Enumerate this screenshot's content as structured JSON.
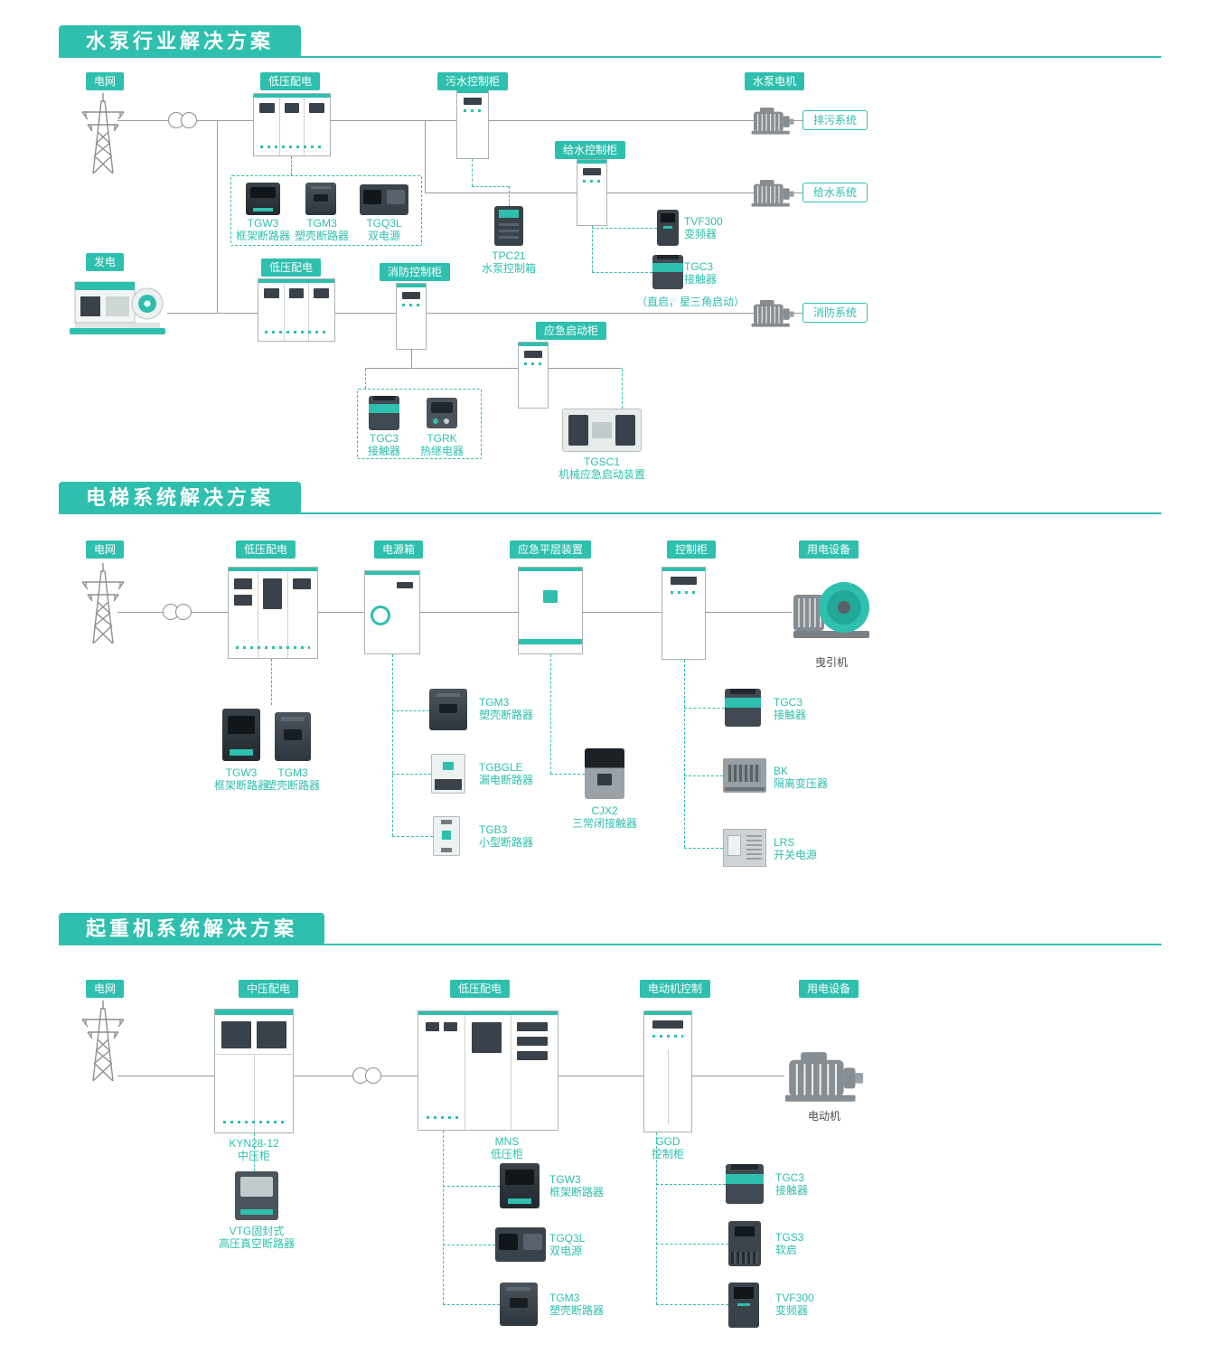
{
  "theme": {
    "teal": "#2ebfae",
    "line": "#9b9b9b"
  },
  "sections": {
    "pump": {
      "title": "水泵行业解决方案",
      "nodes": {
        "grid": "电网",
        "lv1": "低压配电",
        "sewage_cabinet": "污水控制柜",
        "pump_motor": "水泵电机",
        "drain_system": "排污系统",
        "water_cabinet": "给水控制柜",
        "water_system": "给水系统",
        "generation": "发电",
        "lv2": "低压配电",
        "fire_cabinet": "消防控制柜",
        "fire_system": "消防系统",
        "emergency_cabinet": "应急启动柜",
        "start_note": "（直启，星三角启动）"
      },
      "products": {
        "tgw3": {
          "name": "TGW3",
          "desc": "框架断路器"
        },
        "tgm3": {
          "name": "TGM3",
          "desc": "塑壳断路器"
        },
        "tgq3l": {
          "name": "TGQ3L",
          "desc": "双电源"
        },
        "tpc21": {
          "name": "TPC21",
          "desc": "水泵控制箱"
        },
        "tvf300": {
          "name": "TVF300",
          "desc": "变频器"
        },
        "tgc3_a": {
          "name": "TGC3",
          "desc": "接触器"
        },
        "tgc3_b": {
          "name": "TGC3",
          "desc": "接触器"
        },
        "tgrk": {
          "name": "TGRK",
          "desc": "热继电器"
        },
        "tgsc1": {
          "name": "TGSC1",
          "desc": "机械应急启动装置"
        }
      }
    },
    "elevator": {
      "title": "电梯系统解决方案",
      "nodes": {
        "grid": "电网",
        "lv": "低压配电",
        "power_box": "电源箱",
        "leveling_device": "应急平层装置",
        "control_cabinet": "控制柜",
        "load": "用电设备",
        "traction_machine": "曳引机"
      },
      "products": {
        "tgw3": {
          "name": "TGW3",
          "desc": "框架断路器"
        },
        "tgm3_a": {
          "name": "TGM3",
          "desc": "塑壳断路器"
        },
        "tgm3_b": {
          "name": "TGM3",
          "desc": "塑壳断路器"
        },
        "tgbgle": {
          "name": "TGBGLE",
          "desc": "漏电断路器"
        },
        "tgb3": {
          "name": "TGB3",
          "desc": "小型断路器"
        },
        "cjx2": {
          "name": "CJX2",
          "desc": "三常闭接触器"
        },
        "tgc3": {
          "name": "TGC3",
          "desc": "接触器"
        },
        "bk": {
          "name": "BK",
          "desc": "隔离变压器"
        },
        "lrs": {
          "name": "LRS",
          "desc": "开关电源"
        }
      }
    },
    "crane": {
      "title": "起重机系统解决方案",
      "nodes": {
        "grid": "电网",
        "mv": "中压配电",
        "lv": "低压配电",
        "motor_control": "电动机控制",
        "load": "用电设备",
        "motor": "电动机"
      },
      "products": {
        "kyn": {
          "name": "KYN28-12",
          "desc": "中压柜"
        },
        "vtg": {
          "name": "VTG固封式",
          "desc": "高压真空断路器"
        },
        "mns": {
          "name": "MNS",
          "desc": "低压柜"
        },
        "ggd": {
          "name": "GGD",
          "desc": "控制柜"
        },
        "tgw3": {
          "name": "TGW3",
          "desc": "框架断路器"
        },
        "tgq3l": {
          "name": "TGQ3L",
          "desc": "双电源"
        },
        "tgm3": {
          "name": "TGM3",
          "desc": "塑壳断路器"
        },
        "tgc3": {
          "name": "TGC3",
          "desc": "接触器"
        },
        "tgs3": {
          "name": "TGS3",
          "desc": "软启"
        },
        "tvf300": {
          "name": "TVF300",
          "desc": "变频器"
        }
      }
    }
  }
}
